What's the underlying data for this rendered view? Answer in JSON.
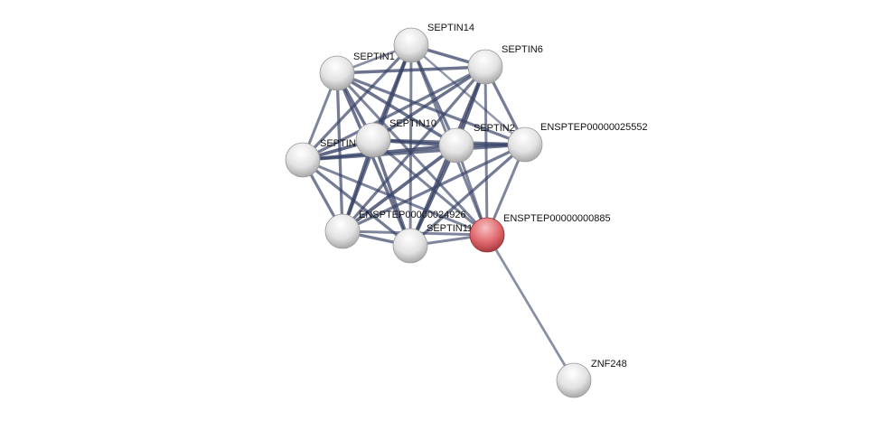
{
  "network": {
    "edge_color": "#3a4468",
    "node_color": "#e6e6e6",
    "query_node_color": "#e06a6e",
    "nodes": [
      {
        "id": "SEPTIN14",
        "label": "SEPTIN14",
        "query": false
      },
      {
        "id": "SEPTIN6",
        "label": "SEPTIN6",
        "query": false
      },
      {
        "id": "SEPTIN1",
        "label": "SEPTIN1",
        "query": false
      },
      {
        "id": "SEPTIN10",
        "label": "SEPTIN10",
        "query": false
      },
      {
        "id": "SEPTIN2",
        "label": "SEPTIN2",
        "query": false
      },
      {
        "id": "ENSPTEP00000025552",
        "label": "ENSPTEP00000025552",
        "query": false
      },
      {
        "id": "SEPTIN",
        "label": "SEPTIN",
        "query": false
      },
      {
        "id": "ENSPTEP00000024926",
        "label": "ENSPTEP00000024926",
        "query": false
      },
      {
        "id": "SEPTIN11",
        "label": "SEPTIN11",
        "query": false
      },
      {
        "id": "ENSPTEP00000000885",
        "label": "ENSPTEP00000000885",
        "query": true
      },
      {
        "id": "ZNF248",
        "label": "ZNF248",
        "query": false
      }
    ],
    "edges": [
      [
        "SEPTIN14",
        "SEPTIN6",
        0.8
      ],
      [
        "SEPTIN14",
        "SEPTIN1",
        0.5
      ],
      [
        "SEPTIN14",
        "SEPTIN10",
        0.9
      ],
      [
        "SEPTIN14",
        "SEPTIN2",
        0.7
      ],
      [
        "SEPTIN14",
        "ENSPTEP00000025552",
        0.4
      ],
      [
        "SEPTIN14",
        "SEPTIN",
        0.7
      ],
      [
        "SEPTIN14",
        "ENSPTEP00000024926",
        0.8
      ],
      [
        "SEPTIN14",
        "SEPTIN11",
        0.6
      ],
      [
        "SEPTIN14",
        "ENSPTEP00000000885",
        0.6
      ],
      [
        "SEPTIN6",
        "SEPTIN1",
        0.8
      ],
      [
        "SEPTIN6",
        "SEPTIN10",
        0.8
      ],
      [
        "SEPTIN6",
        "SEPTIN2",
        0.9
      ],
      [
        "SEPTIN6",
        "ENSPTEP00000025552",
        0.7
      ],
      [
        "SEPTIN6",
        "SEPTIN",
        0.7
      ],
      [
        "SEPTIN6",
        "ENSPTEP00000024926",
        0.7
      ],
      [
        "SEPTIN6",
        "SEPTIN11",
        0.9
      ],
      [
        "SEPTIN6",
        "ENSPTEP00000000885",
        0.6
      ],
      [
        "SEPTIN1",
        "SEPTIN10",
        0.8
      ],
      [
        "SEPTIN1",
        "SEPTIN2",
        0.8
      ],
      [
        "SEPTIN1",
        "ENSPTEP00000025552",
        0.7
      ],
      [
        "SEPTIN1",
        "SEPTIN",
        0.6
      ],
      [
        "SEPTIN1",
        "ENSPTEP00000024926",
        0.7
      ],
      [
        "SEPTIN1",
        "SEPTIN11",
        0.8
      ],
      [
        "SEPTIN1",
        "ENSPTEP00000000885",
        0.6
      ],
      [
        "SEPTIN10",
        "SEPTIN2",
        0.9
      ],
      [
        "SEPTIN10",
        "ENSPTEP00000025552",
        0.8
      ],
      [
        "SEPTIN10",
        "SEPTIN",
        0.9
      ],
      [
        "SEPTIN10",
        "ENSPTEP00000024926",
        0.9
      ],
      [
        "SEPTIN10",
        "SEPTIN11",
        0.8
      ],
      [
        "SEPTIN10",
        "ENSPTEP00000000885",
        0.6
      ],
      [
        "SEPTIN2",
        "ENSPTEP00000025552",
        0.9
      ],
      [
        "SEPTIN2",
        "SEPTIN",
        0.9
      ],
      [
        "SEPTIN2",
        "ENSPTEP00000024926",
        0.9
      ],
      [
        "SEPTIN2",
        "SEPTIN11",
        0.9
      ],
      [
        "SEPTIN2",
        "ENSPTEP00000000885",
        0.6
      ],
      [
        "ENSPTEP00000025552",
        "SEPTIN",
        0.8
      ],
      [
        "ENSPTEP00000025552",
        "ENSPTEP00000024926",
        0.7
      ],
      [
        "ENSPTEP00000025552",
        "SEPTIN11",
        0.7
      ],
      [
        "ENSPTEP00000025552",
        "ENSPTEP00000000885",
        0.6
      ],
      [
        "SEPTIN",
        "ENSPTEP00000024926",
        0.7
      ],
      [
        "SEPTIN",
        "SEPTIN11",
        0.7
      ],
      [
        "SEPTIN",
        "ENSPTEP00000000885",
        0.6
      ],
      [
        "ENSPTEP00000024926",
        "SEPTIN11",
        0.7
      ],
      [
        "ENSPTEP00000024926",
        "ENSPTEP00000000885",
        0.6
      ],
      [
        "SEPTIN11",
        "ENSPTEP00000000885",
        0.6
      ],
      [
        "ENSPTEP00000000885",
        "ZNF248",
        0.5
      ]
    ]
  }
}
